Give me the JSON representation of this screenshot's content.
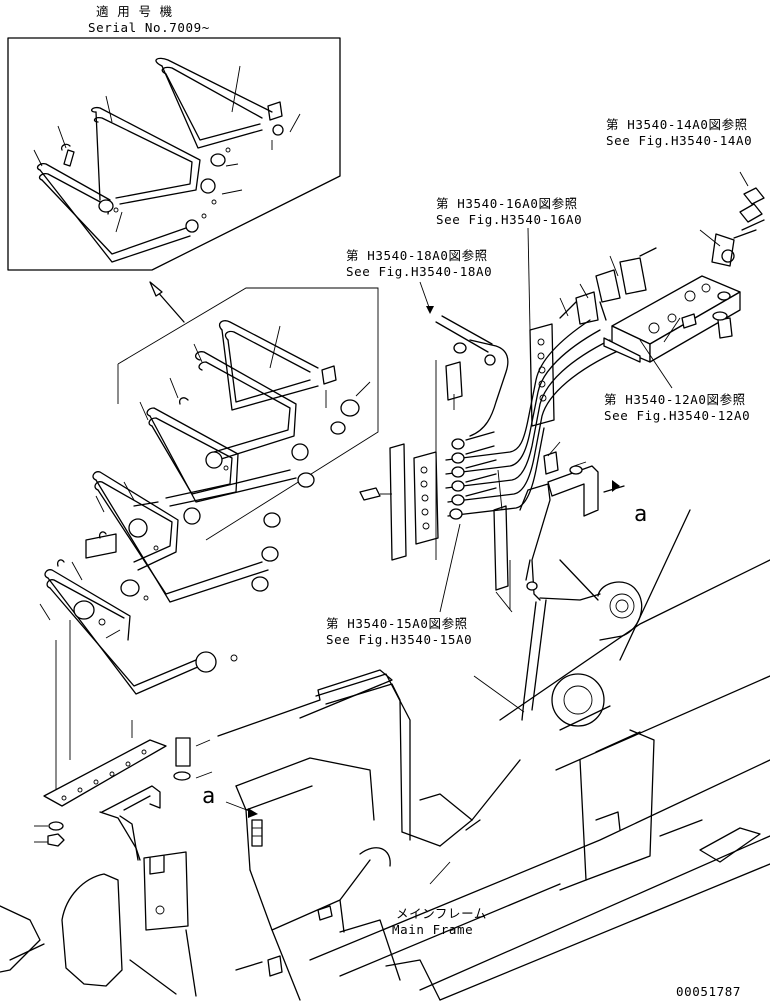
{
  "diagram": {
    "serial_label_jp": "適 用 号 機",
    "serial_label_en": "Serial No.7009~",
    "refs": [
      {
        "jp": "第 H3540-14A0図参照",
        "en": "See Fig.H3540-14A0"
      },
      {
        "jp": "第 H3540-16A0図参照",
        "en": "See Fig.H3540-16A0"
      },
      {
        "jp": "第 H3540-18A0図参照",
        "en": "See Fig.H3540-18A0"
      },
      {
        "jp": "第 H3540-12A0図参照",
        "en": "See Fig.H3540-12A0"
      },
      {
        "jp": "第 H3540-15A0図参照",
        "en": "See Fig.H3540-15A0"
      }
    ],
    "main_frame_jp": "メインフレーム",
    "main_frame_en": "Main Frame",
    "marker_a": "a",
    "doc_number": "00051787"
  }
}
